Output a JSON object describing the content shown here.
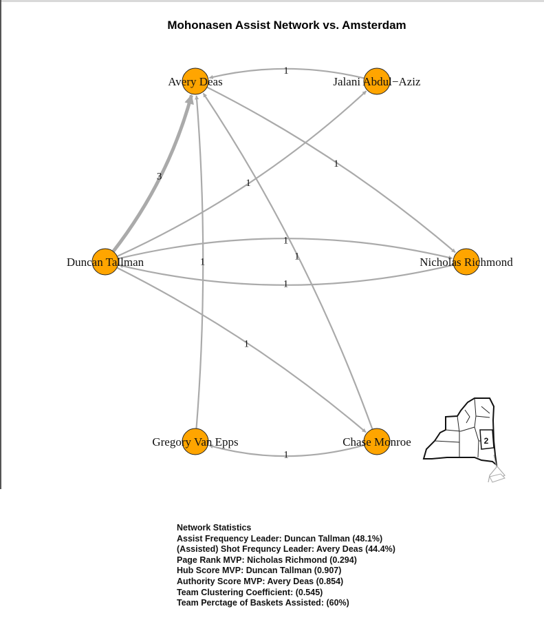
{
  "title": "Mohonasen Assist Network vs. Amsterdam",
  "colors": {
    "node": "#FFA500",
    "edge": "#aaaaaa",
    "node_stroke": "#222222"
  },
  "nodes": [
    {
      "id": "avery",
      "label": "Avery Deas"
    },
    {
      "id": "jalani",
      "label": "Jalani Abdul−Aziz"
    },
    {
      "id": "duncan",
      "label": "Duncan Tallman"
    },
    {
      "id": "nicholas",
      "label": "Nicholas Richmond"
    },
    {
      "id": "gregory",
      "label": "Gregory Van Epps"
    },
    {
      "id": "chase",
      "label": "Chase Monroe"
    }
  ],
  "edges": [
    {
      "from": "duncan",
      "to": "avery",
      "weight": 3,
      "label": "3"
    },
    {
      "from": "jalani",
      "to": "avery",
      "weight": 1,
      "label": "1"
    },
    {
      "from": "duncan",
      "to": "jalani",
      "weight": 1,
      "label": "1"
    },
    {
      "from": "avery",
      "to": "nicholas",
      "weight": 1,
      "label": "1"
    },
    {
      "from": "gregory",
      "to": "avery",
      "weight": 1,
      "label": "1"
    },
    {
      "from": "chase",
      "to": "avery",
      "weight": 1,
      "label": "1"
    },
    {
      "from": "duncan",
      "to": "nicholas",
      "weight": 1,
      "label": "1"
    },
    {
      "from": "nicholas",
      "to": "duncan",
      "weight": 1,
      "label": "1"
    },
    {
      "from": "duncan",
      "to": "chase",
      "weight": 1,
      "label": "1"
    },
    {
      "from": "chase",
      "to": "gregory",
      "weight": 1,
      "label": "1"
    }
  ],
  "map": {
    "region_label": "2"
  },
  "stats": {
    "heading": "Network Statistics",
    "lines": [
      "Assist Frequency Leader: Duncan Tallman (48.1%)",
      "(Assisted) Shot Frequncy Leader: Avery Deas (44.4%)",
      "Page Rank MVP: Nicholas Richmond (0.294)",
      "Hub Score MVP: Duncan Tallman (0.907)",
      "Authority Score MVP: Avery Deas (0.854)",
      "Team Clustering Coefficient: (0.545)",
      "Team Perctage of Baskets Assisted: (60%)"
    ]
  }
}
